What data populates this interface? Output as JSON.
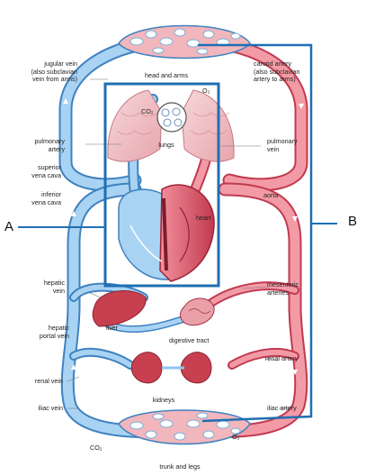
{
  "diagram": {
    "labels": {
      "jugular_vein": "jugular vein\n(also subclavian\nvein from arms)",
      "head_and_arms": "head and arms",
      "carotid_artery": "carotid artery\n(also subclavian\nartery to arms)",
      "pulmonary_artery": "pulmonary\nartery",
      "lungs": "lungs",
      "pulmonary_vein": "pulmonary\nvein",
      "superior_vena_cava": "superior\nvena cava",
      "inferior_vena_cava": "inferior\nvena cava",
      "heart": "heart",
      "aorta": "aorta",
      "hepatic_vein": "hepatic\nvein",
      "mesenteric_arteries": "mesenteric\narteries",
      "liver": "liver",
      "hepatic_portal_vein": "hepatic\nportal vein",
      "digestive_tract": "digestive tract",
      "renal_vein": "renal vein",
      "renal_artery": "renal artery",
      "kidneys": "kidneys",
      "iliac_vein": "iliac vein",
      "iliac_artery": "iliac artery",
      "co2_bottom": "CO₂",
      "o2_bottom": "O₂",
      "trunk_and_legs": "trunk and legs",
      "co2_top": "CO₂",
      "o2_top": "O₂"
    },
    "markers": {
      "a": "A",
      "b": "B"
    },
    "colors": {
      "vein": "#8fc4ec",
      "vein_dark": "#3f82c0",
      "artery": "#ef8f9a",
      "artery_dark": "#c23a4f",
      "organ": "#c8404f",
      "box": "#1f6fb2"
    }
  }
}
